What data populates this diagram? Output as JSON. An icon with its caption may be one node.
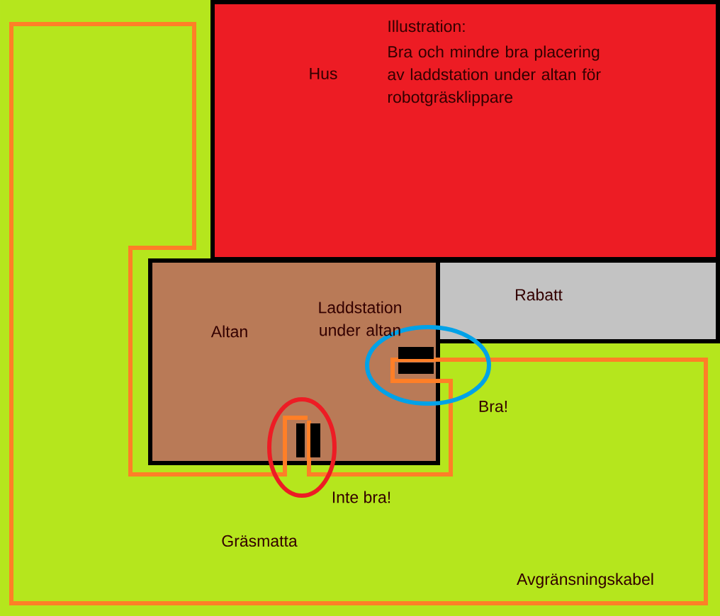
{
  "diagram": {
    "nodes": [
      {
        "text": [
          "Hus",
          "Illustration:",
          "Bra och mindre bra placering av laddstation under altan för robotgräsklippare"
        ]
      },
      {
        "text": [
          "Altan",
          "Laddstation under altan"
        ]
      },
      {
        "text": [
          "Rabatt"
        ]
      }
    ],
    "labels": [
      "Bra!",
      "Inte bra!",
      "Gräsmatta",
      "Avgränsningskabel"
    ]
  }
}
